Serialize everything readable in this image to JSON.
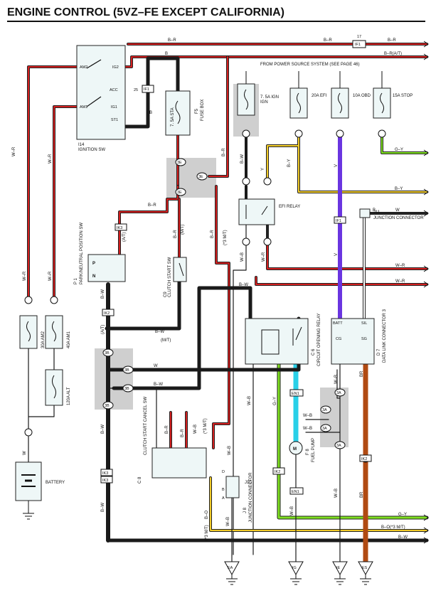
{
  "title": "ENGINE CONTROL (5VZ–FE EXCEPT CALIFORNIA)",
  "colors": {
    "red": "#d42020",
    "black": "#1a1a1a",
    "white_wire": "#ffffff",
    "yellow": "#f2cc2a",
    "green": "#7ee020",
    "cyan": "#29d0e8",
    "violet": "#6a35e0",
    "brown": "#b04a12",
    "box_fill": "#eef7f7",
    "shade": "#cfcfcf"
  },
  "components": {
    "ignition_sw": {
      "id": "I14",
      "name": "IGNITION SW",
      "terms": [
        "AM2",
        "IG2",
        "ACC",
        "AM1",
        "IG1",
        "ST1"
      ]
    },
    "fuse_box": {
      "id": "F5",
      "name": "FUSE BOX",
      "fuse": "7. 5A STA"
    },
    "fuse_ign": "7. 5A IGN",
    "fuse_efi": "20A EFI",
    "fuse_obd": "10A OBD",
    "fuse_stop": "15A STOP",
    "efi_relay": "EFI RELAY",
    "fuse_am2": "30A AM2",
    "fuse_am1": "40A AM1",
    "fuse_alt": "120A ALT",
    "battery": "BATTERY",
    "park_sw": {
      "id": "P 1",
      "name": "PARK/NEUTRAL POSITION SW",
      "p": "P",
      "n": "N"
    },
    "clutch_sw": {
      "id": "C9",
      "name": "CLUTCH START SW"
    },
    "circuit_relay": {
      "id": "C 6",
      "name": "CIRCUIT OPENING RELAY"
    },
    "junction_j11": {
      "id": "J11",
      "name": "JUNCTION CONNECTOR"
    },
    "dlc": {
      "id": "D 7",
      "name": "DATA LINK CONNECTOR 3",
      "terms": [
        "BATT",
        "SIL",
        "CG",
        "SG"
      ]
    },
    "clutch_cancel": {
      "id": "C 8",
      "name": "CLUTCH START CANCEL SW"
    },
    "junction_j8": {
      "id": "J 8",
      "name": "JUNCTION CONNECTOR",
      "terms": [
        "D",
        "B",
        "A"
      ],
      "note": "J10"
    },
    "fuel_pump": {
      "id": "F 8",
      "name": "FUEL PUMP",
      "symbol": "M"
    }
  },
  "labels": {
    "from_power": "FROM POWER SOURCE SYSTEM (SEE PAGE 46)",
    "wire_br": "B–R",
    "wire_br_at": "B–R(A/T)",
    "wire_b": "B",
    "wire_w": "W",
    "wire_wr": "W–R",
    "wire_wb": "W–B",
    "wire_bw": "B–W",
    "wire_by": "B–Y",
    "wire_gy": "G–Y",
    "wire_v": "V",
    "wire_br2": "BR",
    "wire_bo": "B–O",
    "wire_bo_m3": "B–O(*3 M/T)",
    "wire_bw_m": "B–W",
    "wire_br_m": "B–R(M/T)",
    "wire_y": "Y",
    "wire_gr": "G–Y",
    "at": "(A/T)",
    "mt": "(M/T)",
    "m3": "(*3 M/T)"
  },
  "connectors": [
    "IF1",
    "IF1",
    "IF1",
    "3E",
    "3E",
    "3E",
    "IK3",
    "IK2",
    "IK3",
    "IK3",
    "EN1",
    "EN1",
    "3A",
    "3A",
    "3A",
    "3A",
    "IK2",
    "IK2",
    "3B",
    "3B",
    "3B",
    "3B",
    "IF1"
  ],
  "grounds": [
    "EA",
    "IG",
    "IE",
    "ES"
  ]
}
